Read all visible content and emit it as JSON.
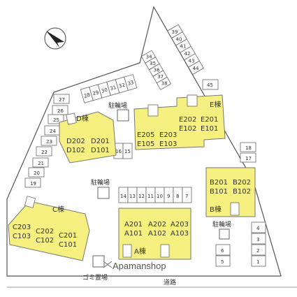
{
  "parking_rows": [
    [
      "27",
      "26",
      "25",
      "24",
      "23",
      "22",
      "21",
      "20",
      "19"
    ],
    [
      "28",
      "29",
      "30",
      "31",
      "32",
      "33"
    ],
    [
      "34",
      "35",
      "36",
      "37",
      "38"
    ],
    [
      "39",
      "40",
      "41",
      "42",
      "43",
      "44"
    ],
    [
      "45"
    ],
    [
      "18",
      "17"
    ],
    [
      "16",
      "15"
    ],
    [
      "14",
      "13",
      "12",
      "11",
      "10",
      "9",
      "8",
      "7"
    ],
    [
      "4",
      "3",
      "2",
      "1"
    ],
    [
      "6",
      "5"
    ]
  ],
  "buildings": {
    "d": {
      "name": "D棟",
      "units": [
        "D202",
        "D201",
        "D102",
        "D101"
      ]
    },
    "e": {
      "name": "E棟",
      "units": [
        "E202",
        "E201",
        "E102",
        "E101",
        "E205",
        "E203",
        "E105",
        "E103"
      ]
    },
    "b": {
      "name": "B棟",
      "units": [
        "B201",
        "B202",
        "B101",
        "B102"
      ]
    },
    "c": {
      "name": "C棟",
      "units": [
        "C203",
        "C202",
        "C201",
        "C103",
        "C102",
        "C101"
      ]
    },
    "a": {
      "name": "A棟",
      "units": [
        "A201",
        "A202",
        "A203",
        "A101",
        "A102",
        "A103"
      ]
    }
  },
  "labels": {
    "bike_parking": "駐輪場",
    "garbage": "ゴミ置場",
    "road": "道路",
    "watermark": "Apamanshop"
  },
  "colors": {
    "building": "#f5f080",
    "outline": "#555555"
  },
  "north_arrow_icon": "north-arrow-icon"
}
